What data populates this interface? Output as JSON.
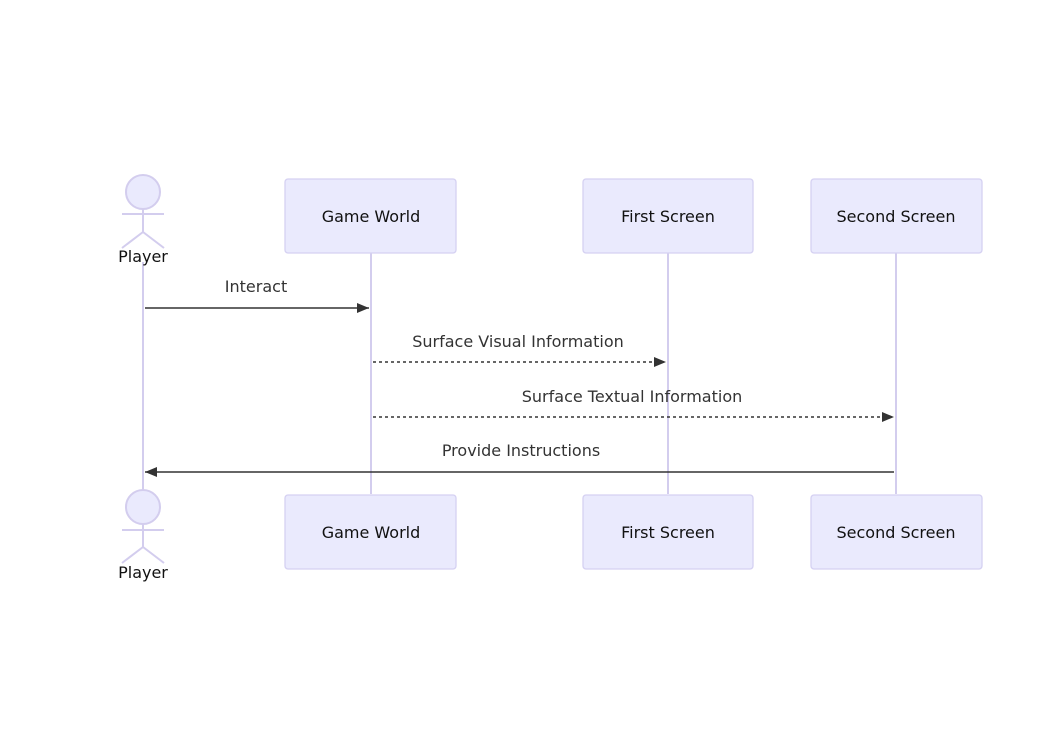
{
  "diagram": {
    "type": "sequence",
    "colors": {
      "participant_fill": "#eaeafd",
      "participant_border": "#d5d1f2",
      "lifeline": "#d3cdee",
      "message": "#333333"
    },
    "participants": [
      {
        "id": "player",
        "label": "Player",
        "kind": "actor"
      },
      {
        "id": "world",
        "label": "Game World",
        "kind": "participant"
      },
      {
        "id": "first",
        "label": "First Screen",
        "kind": "participant"
      },
      {
        "id": "second",
        "label": "Second Screen",
        "kind": "participant"
      }
    ],
    "messages": [
      {
        "from": "player",
        "to": "world",
        "label": "Interact",
        "style": "solid"
      },
      {
        "from": "world",
        "to": "first",
        "label": "Surface Visual Information",
        "style": "dashed"
      },
      {
        "from": "world",
        "to": "second",
        "label": "Surface Textual Information",
        "style": "dashed"
      },
      {
        "from": "second",
        "to": "player",
        "label": "Provide Instructions",
        "style": "solid"
      }
    ]
  }
}
